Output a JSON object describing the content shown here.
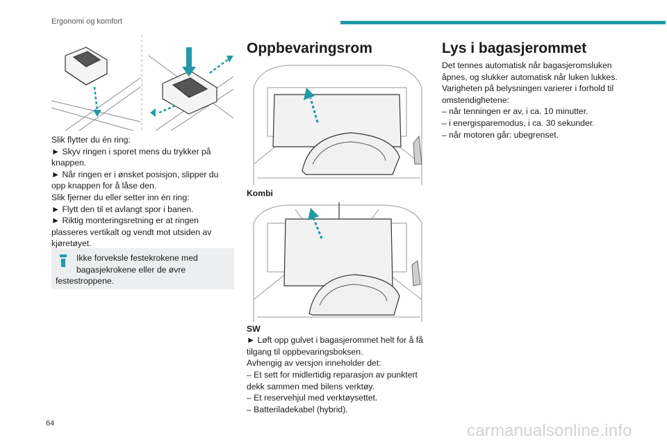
{
  "header": {
    "title": "Ergonomi og komfort",
    "accent_color": "#1f9aa6"
  },
  "left": {
    "paragraphs": [
      "Slik flytter du én ring:",
      "► Skyv ringen i sporet mens du trykker på",
      "knappen.",
      "► Når ringen er i ønsket posisjon, slipper du",
      "opp knappen for å låse den.",
      "Slik fjerner du eller setter inn én ring:",
      "► Flytt den til et avlangt spor i banen.",
      "► Riktig monteringsretning er at ringen",
      "plasseres vertikalt og vendt mot utsiden av",
      "kjøretøyet."
    ],
    "info": {
      "icon": "info-icon",
      "line1": "Ikke forveksle festekrokene med",
      "line2": "bagasjekrokene eller de øvre",
      "line3": "festestroppene."
    }
  },
  "middle": {
    "heading": "Oppbevaringsrom",
    "caption1": "Kombi",
    "caption2": "SW",
    "paragraphs": [
      "► Løft opp gulvet i bagasjerommet helt for å få",
      "tilgang til oppbevaringsboksen.",
      "Avhengig av versjon inneholder det:",
      "– Et sett for midlertidig reparasjon av punktert",
      "dekk sammen med bilens verktøy.",
      "– Et reservehjul med verktøysettet.",
      "– Batteriladekabel (hybrid)."
    ]
  },
  "right": {
    "heading": "Lys i bagasjerommet",
    "paragraphs": [
      "Det tennes automatisk når bagasjeromsluken",
      "åpnes, og slukker automatisk når luken lukkes.",
      "Varigheten på belysningen varierer i forhold til",
      "omstendighetene:",
      "– når tenningen er av, i ca. 10 minutter.",
      "– i energisparemodus, i ca. 30 sekunder.",
      "– når motoren går: ubegrenset."
    ]
  },
  "footer": {
    "page_number": "64",
    "watermark": "carmanualsonline.info"
  }
}
